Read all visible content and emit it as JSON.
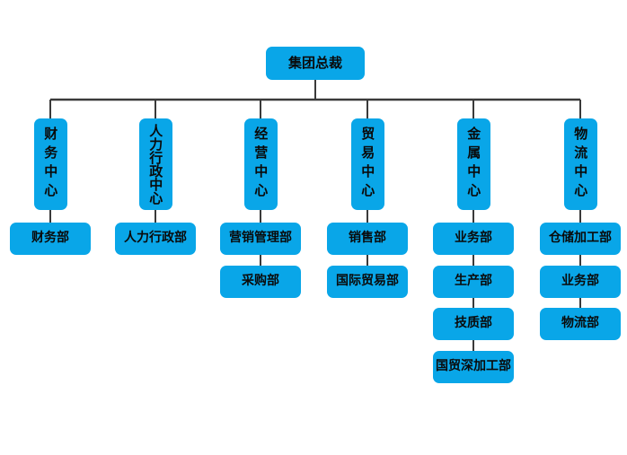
{
  "diagram": {
    "type": "org-chart",
    "colors": {
      "node_fill": "#09a6e8",
      "node_text": "#0a0a0a",
      "connector": "#3a3a3a",
      "background": "#ffffff"
    },
    "root": {
      "id": "group-president",
      "label": "集团总裁"
    },
    "branches": [
      {
        "id": "finance-center",
        "label": "财务中心",
        "children": [
          {
            "id": "finance-dept",
            "label": "财务部"
          }
        ]
      },
      {
        "id": "hr-admin-center",
        "label": "人力行政中心",
        "children": [
          {
            "id": "hr-admin-dept",
            "label": "人力行政部"
          }
        ]
      },
      {
        "id": "operations-center",
        "label": "经营中心",
        "children": [
          {
            "id": "marketing-management-dept",
            "label": "营销管理部"
          },
          {
            "id": "purchasing-dept",
            "label": "采购部"
          }
        ]
      },
      {
        "id": "trade-center",
        "label": "贸易中心",
        "children": [
          {
            "id": "sales-dept",
            "label": "销售部"
          },
          {
            "id": "international-trade-dept",
            "label": "国际贸易部"
          }
        ]
      },
      {
        "id": "metal-center",
        "label": "金属中心",
        "children": [
          {
            "id": "business-dept-metal",
            "label": "业务部"
          },
          {
            "id": "production-dept",
            "label": "生产部"
          },
          {
            "id": "tech-quality-dept",
            "label": "技质部"
          },
          {
            "id": "intl-trade-deep-processing-dept",
            "label": "国贸深加工部"
          }
        ]
      },
      {
        "id": "logistics-center",
        "label": "物流中心",
        "children": [
          {
            "id": "warehouse-processing-dept",
            "label": "仓储加工部"
          },
          {
            "id": "business-dept-logistics",
            "label": "业务部"
          },
          {
            "id": "logistics-dept",
            "label": "物流部"
          }
        ]
      }
    ]
  }
}
